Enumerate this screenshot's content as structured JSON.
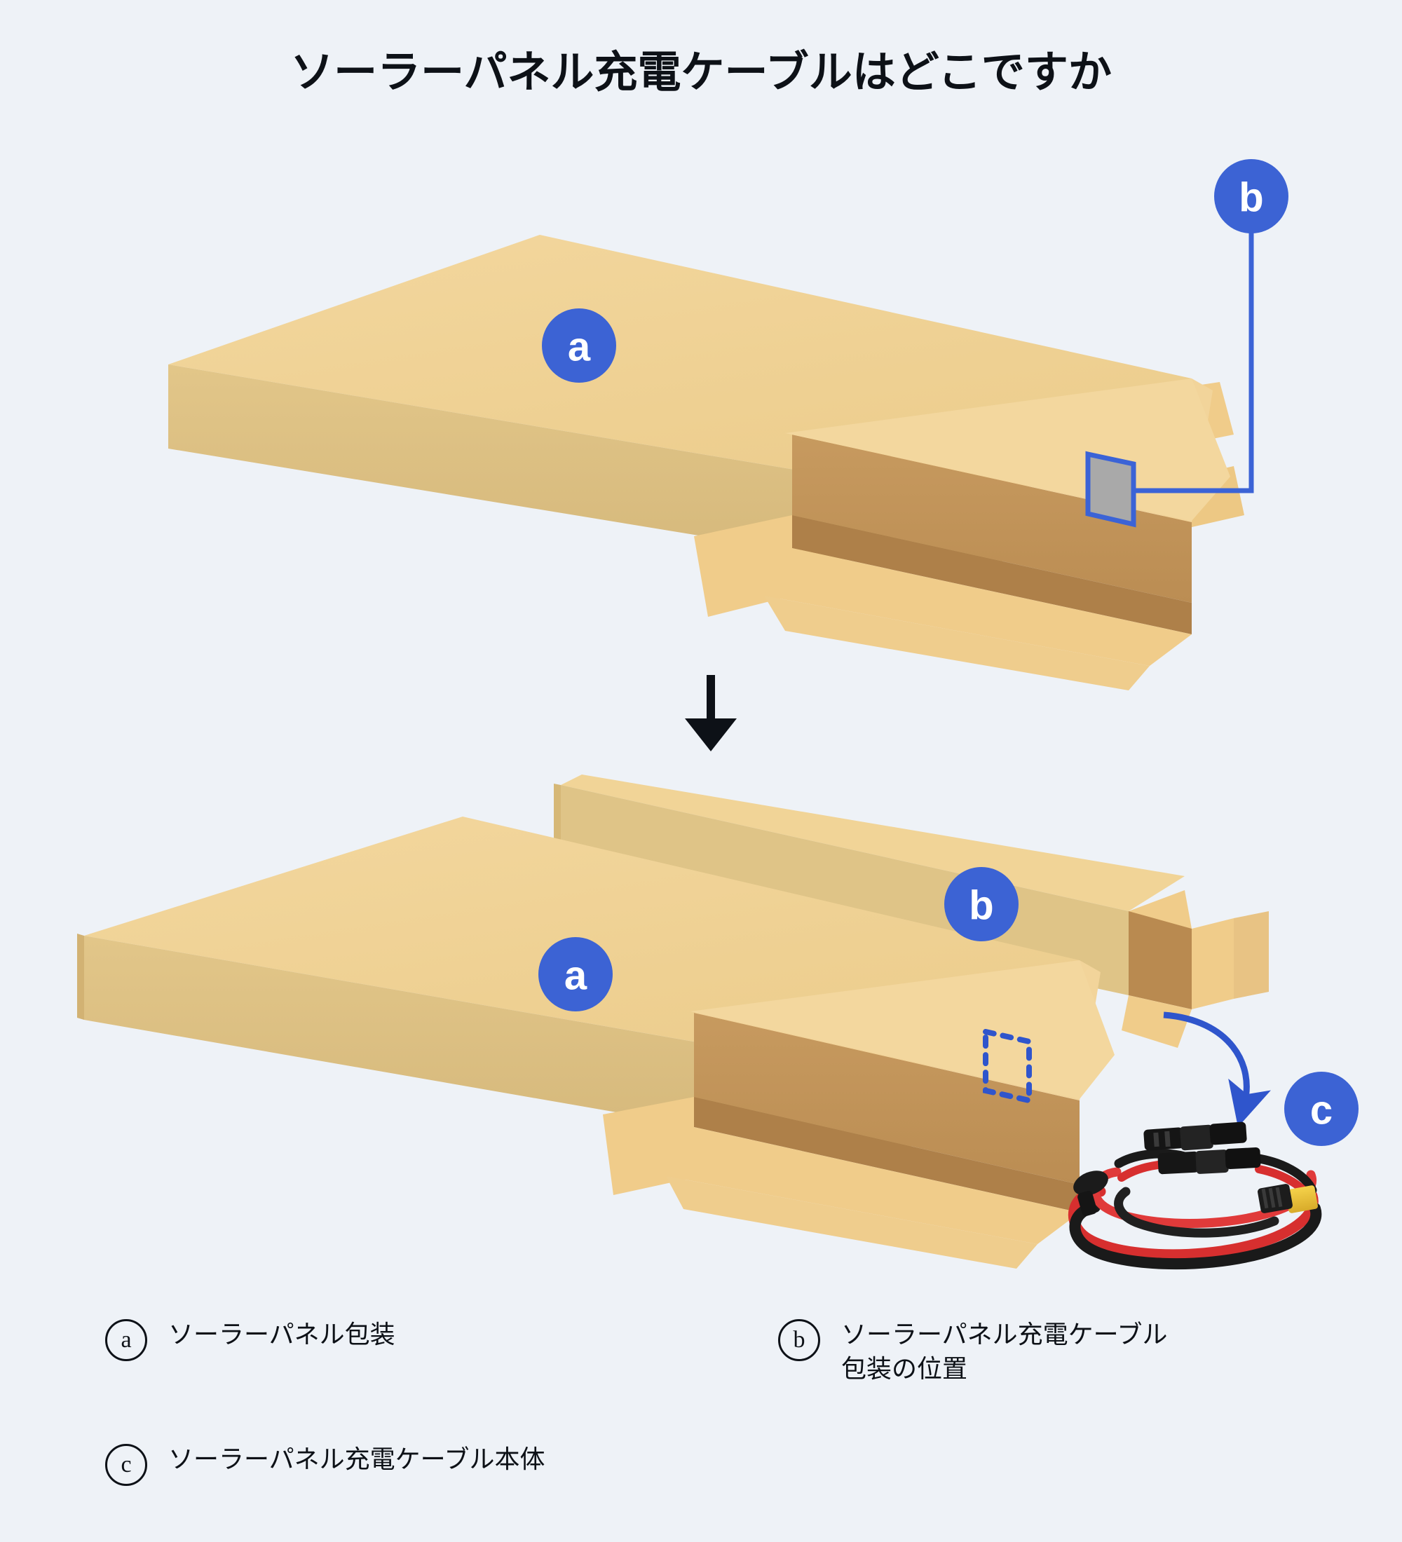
{
  "title": "ソーラーパネル充電ケーブルはどこですか",
  "colors": {
    "background": "#eef2f7",
    "accent_blue": "#3b63d6",
    "badge_blue": "#3c63d4",
    "marker_blue": "#2f55cc",
    "cardboard_top": "#f0d08f",
    "cardboard_top_light": "#f2d69c",
    "cardboard_side": "#dcc27f",
    "cardboard_inner": "#c79a5e",
    "cardboard_inner_dark": "#b98a50",
    "cardboard_flap": "#f0cc8a",
    "slot_gray": "#a9a9a9",
    "text": "#0d1117"
  },
  "markers": {
    "top_box_a": "a",
    "top_leader_b": "b",
    "bottom_box_a": "a",
    "bottom_lid_b": "b",
    "cable_c": "c"
  },
  "diagram": {
    "step_arrow": "down-arrow",
    "cable_callout_arrow": "curved-arrow",
    "highlight_slot_solid": "solar-cable-package-slot",
    "highlight_slot_dashed": "empty-cable-package-slot"
  },
  "legend": [
    {
      "marker": "a",
      "label": "ソーラーパネル包装"
    },
    {
      "marker": "b",
      "label": "ソーラーパネル充電ケーブル\n包装の位置"
    },
    {
      "marker": "c",
      "label": "ソーラーパネル充電ケーブル本体"
    }
  ]
}
